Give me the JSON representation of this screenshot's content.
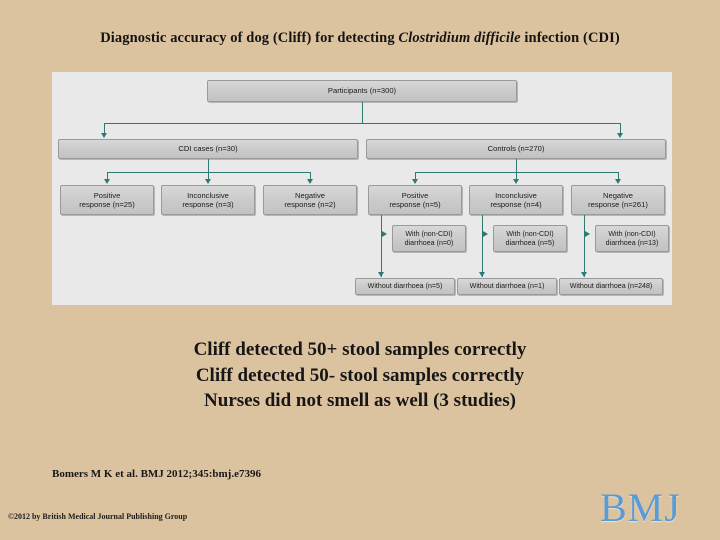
{
  "slide": {
    "background_color": "#dcc3a0",
    "title_part1": "Diagnostic accuracy of dog (Cliff) for detecting ",
    "title_italic": "Clostridium difficile",
    "title_part2": " infection (CDI)"
  },
  "figure": {
    "panel_background": "#e9e9e9",
    "connector_color": "#2c7a72",
    "node_fill": "#cccccc",
    "nodes": {
      "participants": "Participants (n=300)",
      "cdi_cases": "CDI cases (n=30)",
      "controls": "Controls (n=270)",
      "cdi_positive_l1": "Positive",
      "cdi_positive_l2": "response (n=25)",
      "cdi_inconclusive_l1": "Inconclusive",
      "cdi_inconclusive_l2": "response (n=3)",
      "cdi_negative_l1": "Negative",
      "cdi_negative_l2": "response (n=2)",
      "ctrl_positive_l1": "Positive",
      "ctrl_positive_l2": "response (n=5)",
      "ctrl_inconclusive_l1": "Inconclusive",
      "ctrl_inconclusive_l2": "response (n=4)",
      "ctrl_negative_l1": "Negative",
      "ctrl_negative_l2": "response (n=261)",
      "ctrl_pos_with_diarrhoea_l1": "With (non-CDI)",
      "ctrl_pos_with_diarrhoea_l2": "diarrhoea (n=0)",
      "ctrl_inc_with_diarrhoea_l1": "With (non-CDI)",
      "ctrl_inc_with_diarrhoea_l2": "diarrhoea (n=5)",
      "ctrl_neg_with_diarrhoea_l1": "With (non-CDI)",
      "ctrl_neg_with_diarrhoea_l2": "diarrhoea (n=13)",
      "ctrl_pos_without_diarrhoea": "Without diarrhoea (n=5)",
      "ctrl_inc_without_diarrhoea": "Without diarrhoea (n=1)",
      "ctrl_neg_without_diarrhoea": "Without diarrhoea (n=248)"
    }
  },
  "body": {
    "line1": "Cliff detected 50+ stool samples correctly",
    "line2": "Cliff detected 50- stool samples correctly",
    "line3": "Nurses did not smell as well (3 studies)"
  },
  "footer": {
    "citation": "Bomers M K et al. BMJ 2012;345:bmj.e7396",
    "copyright": "©2012 by British Medical Journal Publishing Group",
    "logo_text": "BMJ",
    "logo_color": "#5b9bd5"
  }
}
